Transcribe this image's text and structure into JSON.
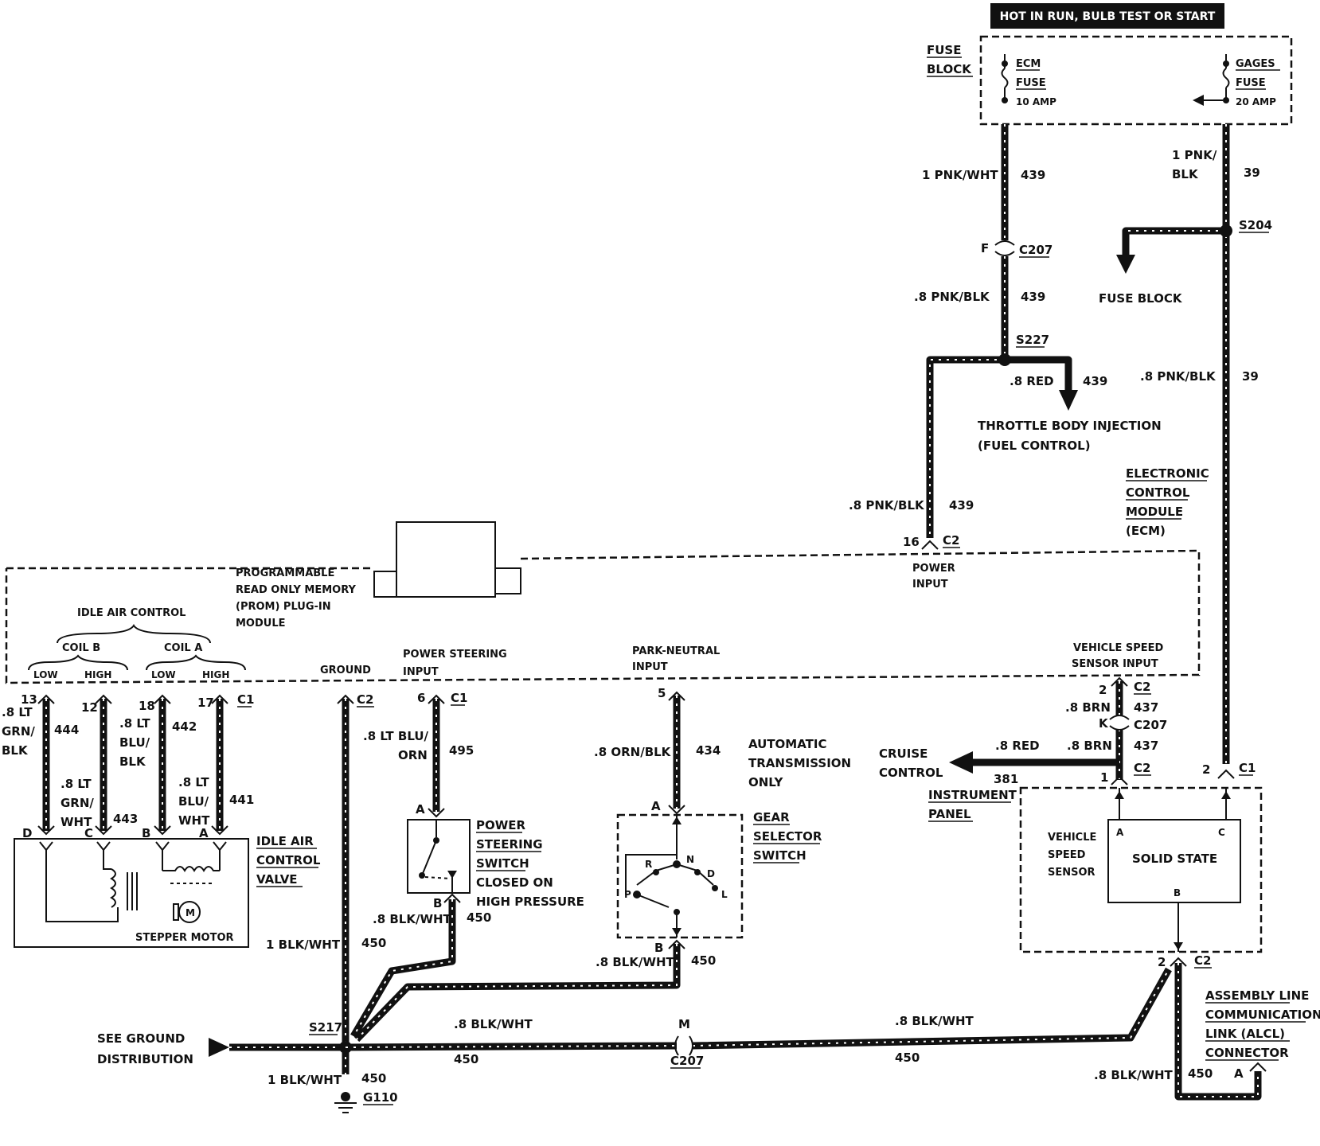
{
  "header": {
    "hot_label": "HOT IN RUN, BULB TEST OR START"
  },
  "fuse_block": {
    "title_line1": "FUSE",
    "title_line2": "BLOCK",
    "ecm_fuse_line1": "ECM",
    "ecm_fuse_line2": "FUSE",
    "ecm_fuse_rating": "10 AMP",
    "gages_fuse_line1": "GAGES",
    "gages_fuse_line2": "FUSE",
    "gages_fuse_rating": "20 AMP"
  },
  "wires": {
    "w439_top_gauge": "1 PNK/WHT",
    "w439_top_num": "439",
    "w39_gauge_line1": "1 PNK/",
    "w39_gauge_line2": "BLK",
    "w39_num": "39",
    "w439_mid_gauge": ".8 PNK/BLK",
    "w439_mid_num": "439",
    "w439_red_gauge": ".8 RED",
    "w439_red_num": "439",
    "w39_lower_gauge": ".8 PNK/BLK",
    "w39_lower_num": "39",
    "w439_low_gauge": ".8 PNK/BLK",
    "w439_low_num": "439",
    "w444_gauge_line1": ".8 LT",
    "w444_gauge_line2": "GRN/",
    "w444_gauge_line3": "BLK",
    "w444_num": "444",
    "w443_gauge_line1": ".8 LT",
    "w443_gauge_line2": "GRN/",
    "w443_gauge_line3": "WHT",
    "w443_num": "443",
    "w442_gauge_line1": ".8 LT",
    "w442_gauge_line2": "BLU/",
    "w442_gauge_line3": "BLK",
    "w442_num": "442",
    "w441_gauge_line1": ".8 LT",
    "w441_gauge_line2": "BLU/",
    "w441_gauge_line3": "WHT",
    "w441_num": "441",
    "w495_gauge_line1": ".8 LT BLU/",
    "w495_gauge_line2": "ORN",
    "w495_num": "495",
    "w434_gauge": ".8 ORN/BLK",
    "w434_num": "434",
    "w437_upper_gauge": ".8 BRN",
    "w437_upper_num": "437",
    "w437_lower_gauge": ".8 BRN",
    "w437_lower_num": "437",
    "w381_gauge": ".8 RED",
    "w381_num": "381",
    "w450_ps_gauge": ".8 BLK/WHT",
    "w450_ps_num": "450",
    "w450_gs_gauge": ".8 BLK/WHT",
    "w450_gs_num": "450",
    "w450_ground_gauge": "1 BLK/WHT",
    "w450_ground_num": "450",
    "w450_bottom_gauge": "1 BLK/WHT",
    "w450_bottom_num": "450",
    "w450_h1_gauge": ".8 BLK/WHT",
    "w450_h1_num": "450",
    "w450_h2_gauge": ".8 BLK/WHT",
    "w450_h2_num": "450",
    "w450_alcl_gauge": ".8 BLK/WHT",
    "w450_alcl_num": "450"
  },
  "connectors": {
    "c207": "C207",
    "c207_pin_f": "F",
    "c207_pin_k": "K",
    "c207_pin_m": "M",
    "s204": "S204",
    "s227": "S227",
    "s217": "S217",
    "g110": "G110",
    "c1": "C1",
    "c2": "C2",
    "pin_16": "16",
    "pin_13": "13",
    "pin_12": "12",
    "pin_18": "18",
    "pin_17": "17",
    "pin_6": "6",
    "pin_5": "5",
    "pin_2": "2",
    "pin_1": "1",
    "pin_a": "A",
    "pin_b": "B",
    "pin_c": "C",
    "pin_d": "D"
  },
  "components": {
    "fuse_block_ref": "FUSE BLOCK",
    "tbi_line1": "THROTTLE BODY INJECTION",
    "tbi_line2": "(FUEL CONTROL)",
    "ecm_line1": "ELECTRONIC",
    "ecm_line2": "CONTROL",
    "ecm_line3": "MODULE",
    "ecm_line4": "(ECM)",
    "prom_line1": "PROGRAMMABLE",
    "prom_line2": "READ ONLY MEMORY",
    "prom_line3": "(PROM) PLUG-IN",
    "prom_line4": "MODULE",
    "idle_air_control": "IDLE AIR CONTROL",
    "coil_b": "COIL B",
    "coil_a": "COIL A",
    "low": "LOW",
    "high": "HIGH",
    "ground": "GROUND",
    "ps_input_line1": "POWER STEERING",
    "ps_input_line2": "INPUT",
    "pn_input_line1": "PARK-NEUTRAL",
    "pn_input_line2": "INPUT",
    "vss_input_line1": "VEHICLE SPEED",
    "vss_input_line2": "SENSOR INPUT",
    "power_input_line1": "POWER",
    "power_input_line2": "INPUT",
    "iacv_line1": "IDLE AIR",
    "iacv_line2": "CONTROL",
    "iacv_line3": "VALVE",
    "stepper_motor": "STEPPER MOTOR",
    "motor_m": "M",
    "ps_switch_line1": "POWER",
    "ps_switch_line2": "STEERING",
    "ps_switch_line3": "SWITCH",
    "ps_switch_line4": "CLOSED ON",
    "ps_switch_line5": "HIGH PRESSURE",
    "auto_trans_line1": "AUTOMATIC",
    "auto_trans_line2": "TRANSMISSION",
    "auto_trans_line3": "ONLY",
    "gear_sel_line1": "GEAR",
    "gear_sel_line2": "SELECTOR",
    "gear_sel_line3": "SWITCH",
    "gear_p": "P",
    "gear_r": "R",
    "gear_n": "N",
    "gear_d": "D",
    "gear_l": "L",
    "cruise_line1": "CRUISE",
    "cruise_line2": "CONTROL",
    "ip_line1": "INSTRUMENT",
    "ip_line2": "PANEL",
    "vss_line1": "VEHICLE",
    "vss_line2": "SPEED",
    "vss_line3": "SENSOR",
    "solid_state": "SOLID STATE",
    "alcl_line1": "ASSEMBLY LINE",
    "alcl_line2": "COMMUNICATION",
    "alcl_line3": "LINK (ALCL)",
    "alcl_line4": "CONNECTOR",
    "see_ground_line1": "SEE GROUND",
    "see_ground_line2": "DISTRIBUTION"
  }
}
